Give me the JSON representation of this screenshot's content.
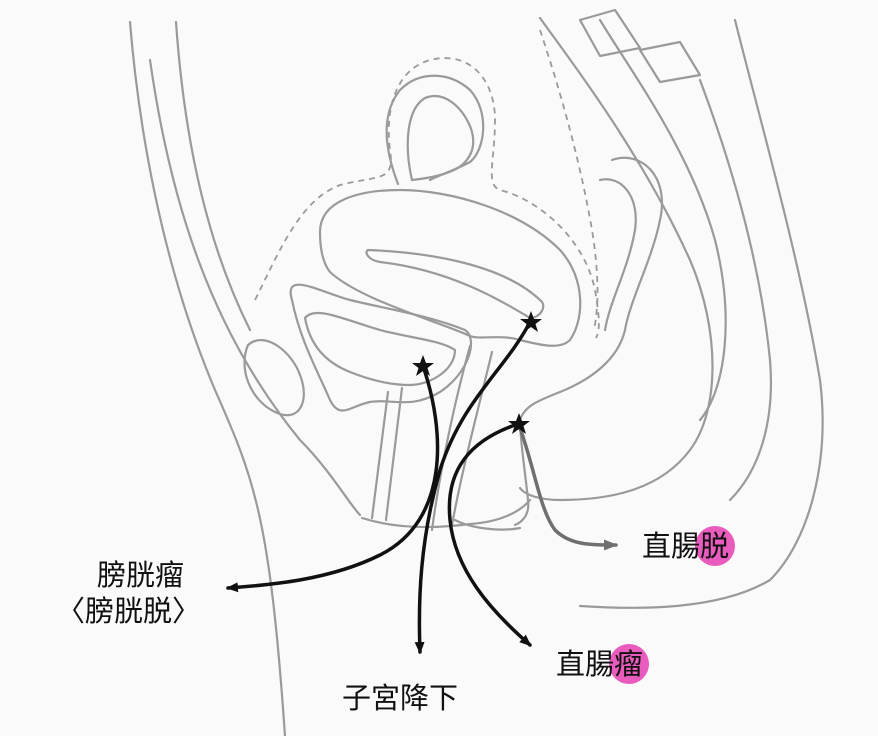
{
  "labels": {
    "bladder_line1": "膀胱瘤",
    "bladder_line2": "〈膀胱脱〉",
    "uterus": "子宮降下",
    "rectocele_prefix": "直腸",
    "rectocele_highlight": "瘤",
    "rectal_prolapse_prefix": "直腸",
    "rectal_prolapse_highlight": "脱"
  },
  "colors": {
    "background": "#fafafa",
    "anatomy_stroke": "#9a9a9a",
    "arrow_black": "#111111",
    "arrow_gray": "#6f6f6f",
    "highlight_pink": "#e95bbd"
  },
  "icons": [
    "star-marker-icon",
    "arrow-head-icon"
  ]
}
